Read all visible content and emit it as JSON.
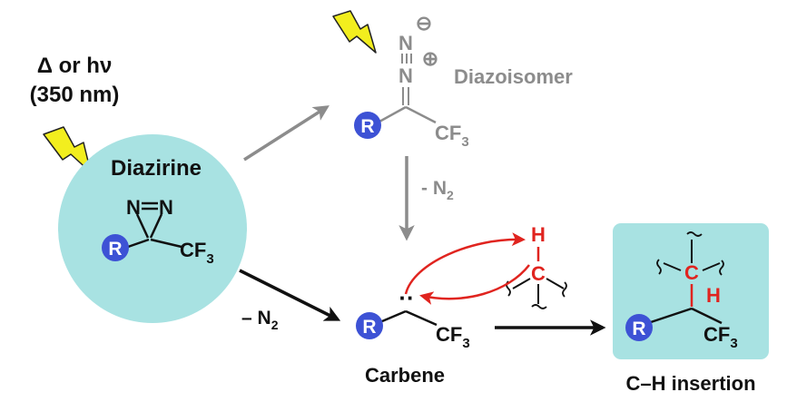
{
  "conditions": {
    "line1": "Δ or hν",
    "line2": "(350 nm)"
  },
  "diazirine": {
    "title": "Diazirine",
    "n_left": "N",
    "n_right": "N",
    "r": "R",
    "cf3": "CF",
    "cf3_sub": "3"
  },
  "diazoisomer": {
    "title": "Diazoisomer",
    "n_top": "N",
    "n_mid": "N",
    "minus": "⊖",
    "plus": "⊕",
    "r": "R",
    "cf3": "CF",
    "cf3_sub": "3"
  },
  "steps": {
    "loss_n2_right": "- N",
    "loss_n2_left": "– N",
    "n2_sub": "2"
  },
  "carbene": {
    "title": "Carbene",
    "r": "R",
    "cf3": "CF",
    "cf3_sub": "3",
    "lone_pair": "··"
  },
  "substrate": {
    "h": "H",
    "c": "C"
  },
  "product": {
    "title": "C–H insertion",
    "c": "C",
    "h": "H",
    "r": "R",
    "cf3": "CF",
    "cf3_sub": "3"
  },
  "colors": {
    "circle_fill": "#a8e2e2",
    "r_fill": "#3d52d5",
    "red": "#e0241f",
    "grey": "#8c8c8c",
    "bolt": "#f2ee1e"
  }
}
